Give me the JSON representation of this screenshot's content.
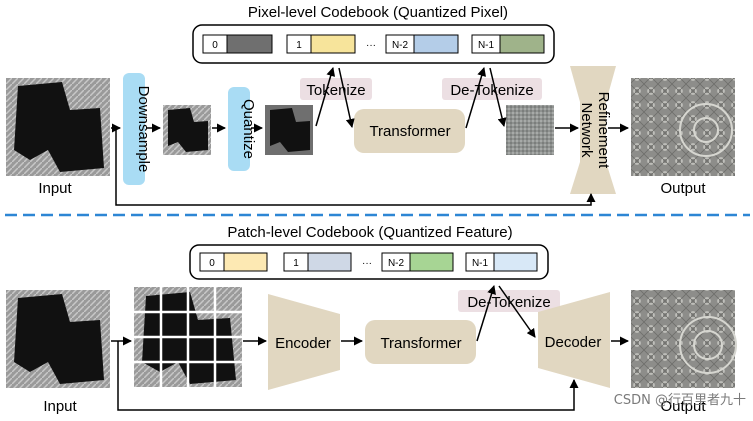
{
  "top": {
    "title": "Pixel-level Codebook (Quantized Pixel)",
    "codebook": {
      "entries": [
        {
          "index": "0",
          "color": "#6f6f6f"
        },
        {
          "index": "1",
          "color": "#f7e49b"
        },
        {
          "index": "N-2",
          "color": "#b4cde8"
        },
        {
          "index": "N-1",
          "color": "#9fb38a"
        }
      ],
      "ellipsis": "···"
    },
    "input_label": "Input",
    "downsample_label": "Downsample",
    "quantize_label": "Quantize",
    "tokenize_label": "Tokenize",
    "transformer_label": "Transformer",
    "detokenize_label": "De-Tokenize",
    "refinement_label_line1": "Refinement",
    "refinement_label_line2": "Network",
    "output_label": "Output"
  },
  "bottom": {
    "title": "Patch-level Codebook (Quantized Feature)",
    "codebook": {
      "entries": [
        {
          "index": "0",
          "color": "#fde9b3"
        },
        {
          "index": "1",
          "color": "#cfd8e6"
        },
        {
          "index": "N-2",
          "color": "#a7d594"
        },
        {
          "index": "N-1",
          "color": "#d8e8f7"
        }
      ],
      "ellipsis": "···"
    },
    "input_label": "Input",
    "encoder_label": "Encoder",
    "transformer_label": "Transformer",
    "detokenize_label": "De-Tokenize",
    "decoder_label": "Decoder",
    "output_label": "Output"
  },
  "watermark": "CSDN @行百里者九十",
  "colors": {
    "beige": "#e1d7c1",
    "blue_pill": "#a9dcf4",
    "pink_label": "#ecdfe3",
    "divider": "#2d86d4"
  }
}
